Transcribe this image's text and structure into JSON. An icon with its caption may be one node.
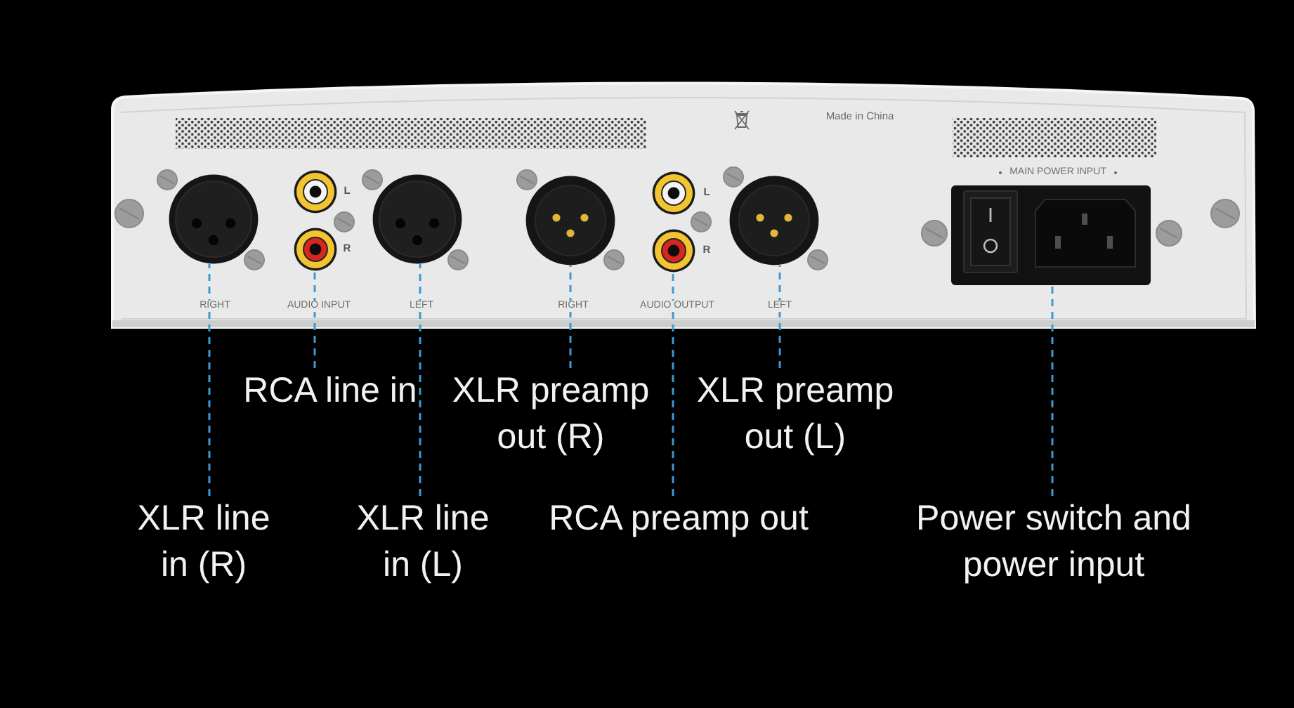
{
  "diagram": {
    "nodes": [
      {
        "text": [],
        "shape": "circle",
        "beside": [
          "RIGHT"
        ]
      },
      {
        "text": [],
        "shape": "circle",
        "beside": [
          "L"
        ]
      },
      {
        "text": [],
        "shape": "circle",
        "beside": [
          "R"
        ]
      },
      {
        "text": [],
        "shape": "circle",
        "beside": [
          "LEFT"
        ]
      },
      {
        "text": [],
        "shape": "circle",
        "beside": [
          "RIGHT"
        ]
      },
      {
        "text": [],
        "shape": "circle",
        "beside": [
          "L"
        ]
      },
      {
        "text": [],
        "shape": "circle",
        "beside": [
          "R"
        ]
      },
      {
        "text": [],
        "shape": "circle",
        "beside": [
          "LEFT"
        ]
      },
      {
        "text": [],
        "shape": "box",
        "beside": [
          "MAIN POWER INPUT"
        ]
      },
      {
        "text": [
          "RCA line in"
        ]
      },
      {
        "text": [
          "XLR preamp out (R)"
        ]
      },
      {
        "text": [
          "XLR preamp out (L)"
        ]
      },
      {
        "text": [
          "XLR line in (R)"
        ]
      },
      {
        "text": [
          "XLR line in (L)"
        ]
      },
      {
        "text": [
          "RCA preamp out"
        ]
      },
      {
        "text": [
          "Power switch and power input"
        ]
      }
    ],
    "edges": [
      {
        "from": 12,
        "to": 0,
        "arrow": "none",
        "style": "dashed"
      },
      {
        "from": 9,
        "to": 2,
        "arrow": "none",
        "style": "dashed"
      },
      {
        "from": 13,
        "to": 3,
        "arrow": "none",
        "style": "dashed"
      },
      {
        "from": 10,
        "to": 4,
        "arrow": "none",
        "style": "dashed"
      },
      {
        "from": 14,
        "to": 6,
        "arrow": "none",
        "style": "dashed"
      },
      {
        "from": 11,
        "to": 7,
        "arrow": "none",
        "style": "dashed"
      },
      {
        "from": 15,
        "to": 8,
        "arrow": "none",
        "style": "dashed"
      }
    ],
    "labels": [
      "Made in China",
      "AUDIO INPUT",
      "AUDIO OUTPUT"
    ]
  }
}
